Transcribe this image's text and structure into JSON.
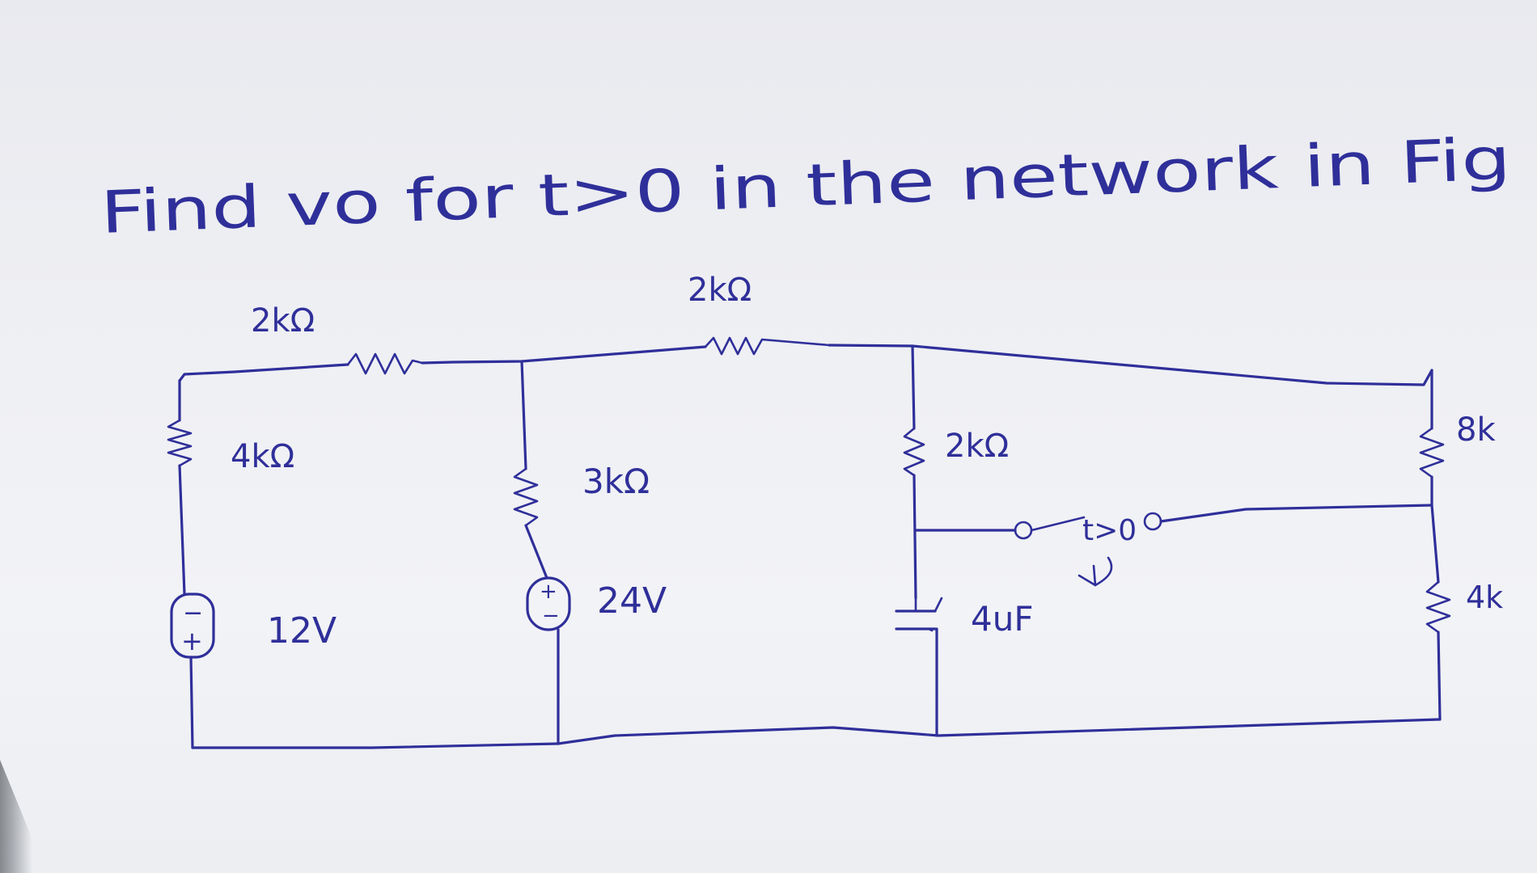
{
  "problem": {
    "text": "Find vo for t>0 in the network in Fig"
  },
  "components": {
    "r_top_left": "2kΩ",
    "r_top_mid": "2kΩ",
    "r_left": "4kΩ",
    "r_mid": "3kΩ",
    "r_right_inner": "2kΩ",
    "r_right_top": "8k",
    "r_right_bottom": "4k",
    "src_left": "12V",
    "src_mid": "24V",
    "capacitor": "4uF",
    "switch_label": "t>0"
  },
  "colors": {
    "ink": "#2f2f9a",
    "paper": "#eceef2"
  }
}
